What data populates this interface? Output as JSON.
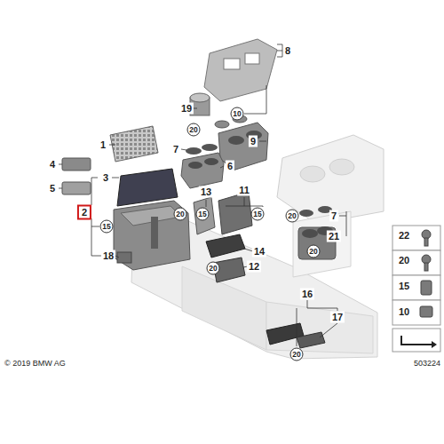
{
  "diagram": {
    "labels": [
      "19",
      "8",
      "10",
      "1",
      "20",
      "9",
      "7",
      "6",
      "4",
      "3",
      "5",
      "2",
      "13",
      "11",
      "20",
      "15",
      "15",
      "15",
      "20",
      "7",
      "21",
      "14",
      "12",
      "18",
      "20",
      "20",
      "22",
      "20",
      "15",
      "10",
      "16",
      "17",
      "20",
      "© 2019 BMW AG",
      "503224"
    ]
  }
}
